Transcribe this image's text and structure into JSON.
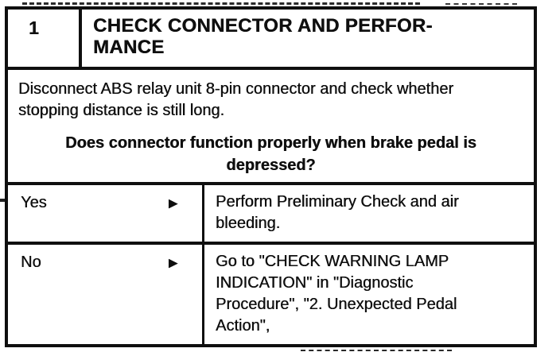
{
  "colors": {
    "ink": "#0f0f0f",
    "paper": "#ffffff"
  },
  "step": {
    "number": "1",
    "title_lines": [
      "CHECK CONNECTOR AND PERFOR-",
      "MANCE"
    ]
  },
  "procedure": {
    "instruction_lines": [
      "Disconnect ABS relay unit 8-pin connector and check whether",
      "stopping distance is still long."
    ],
    "question_lines": [
      "Does connector function properly when brake pedal is",
      "depressed?"
    ]
  },
  "outcomes": [
    {
      "label": "Yes",
      "arrow": "►",
      "action_lines": [
        "Perform Preliminary Check and air",
        "bleeding."
      ]
    },
    {
      "label": "No",
      "arrow": "►",
      "action_lines": [
        "Go to \"CHECK WARNING LAMP",
        "INDICATION\" in \"Diagnostic",
        "Procedure\", \"2. Unexpected Pedal",
        "Action\","
      ]
    }
  ]
}
